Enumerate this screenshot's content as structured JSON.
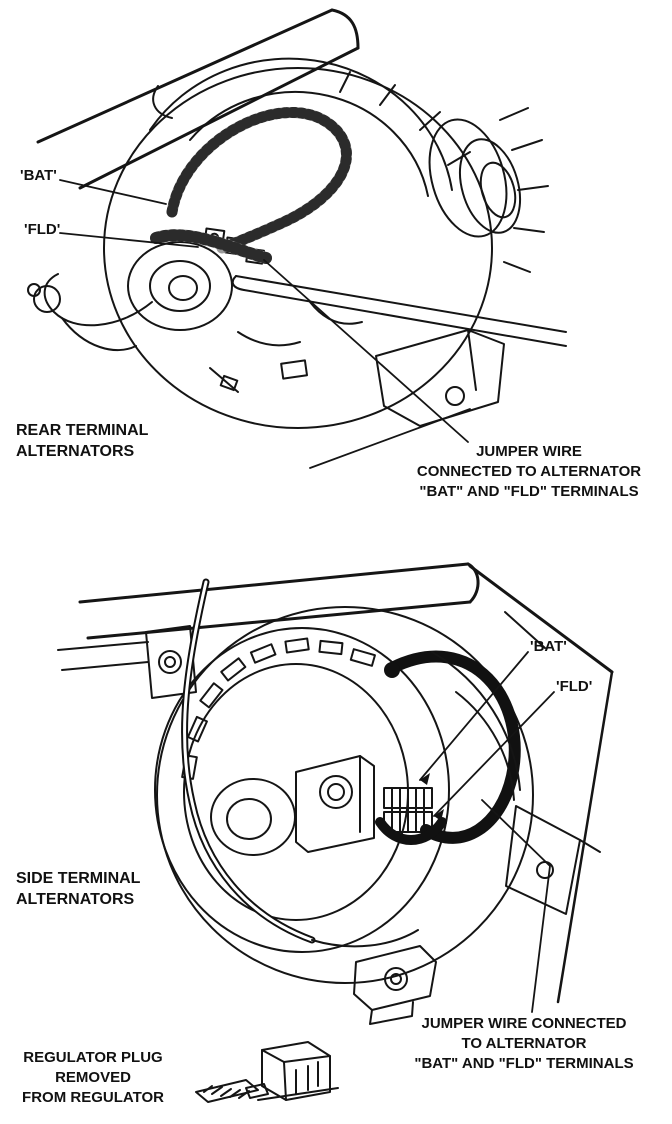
{
  "figure": {
    "rear": {
      "bat_label": "'BAT'",
      "fld_label": "'FLD'",
      "caption": [
        "REAR TERMINAL",
        "ALTERNATORS"
      ],
      "note": [
        "JUMPER WIRE",
        "CONNECTED TO ALTERNATOR",
        "\"BAT\" AND \"FLD\" TERMINALS"
      ]
    },
    "side": {
      "bat_label": "'BAT'",
      "fld_label": "'FLD'",
      "caption": [
        "SIDE TERMINAL",
        "ALTERNATORS"
      ],
      "note": [
        "JUMPER WIRE CONNECTED",
        "TO ALTERNATOR",
        "\"BAT\" AND \"FLD\" TERMINALS"
      ]
    },
    "regulator": {
      "caption": [
        "REGULATOR PLUG",
        "REMOVED",
        "FROM REGULATOR"
      ]
    },
    "ink_color": "#151515"
  }
}
